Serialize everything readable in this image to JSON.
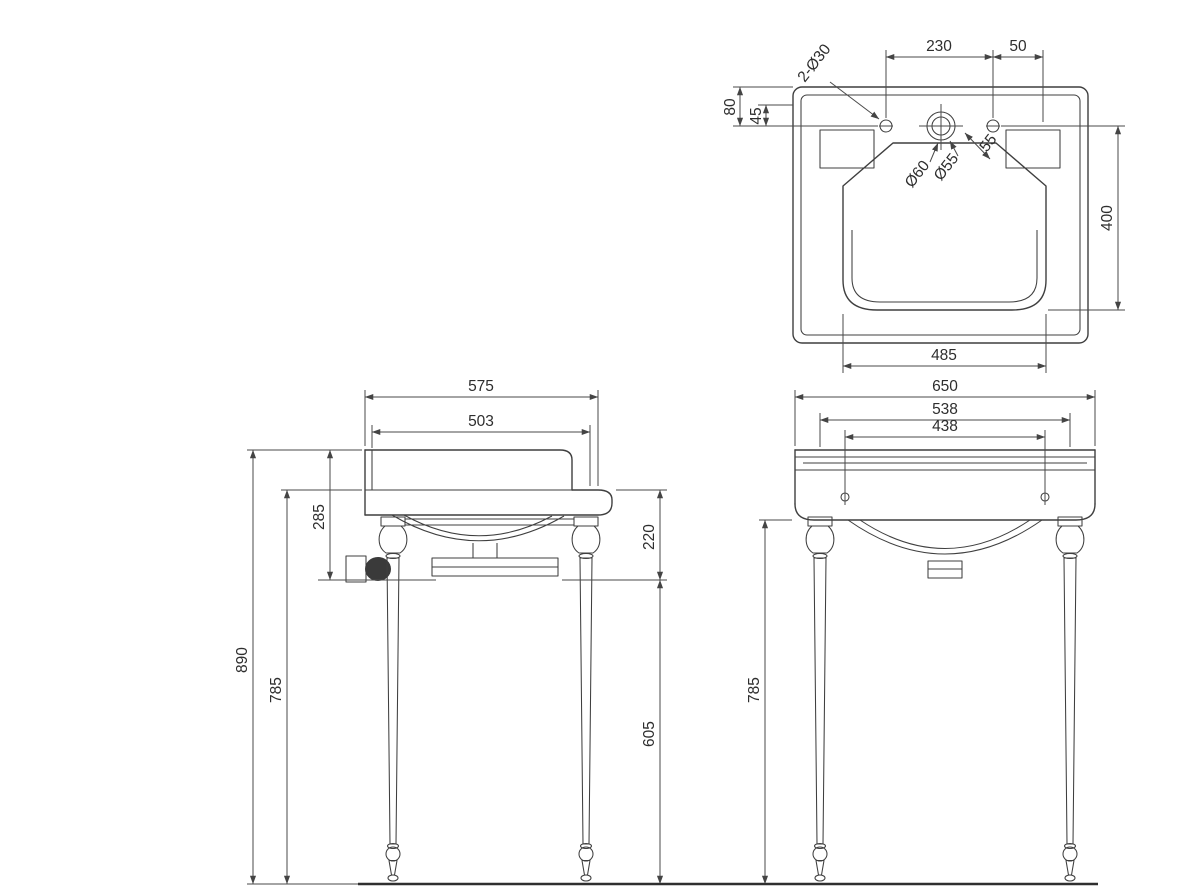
{
  "page": {
    "background": "#ffffff",
    "line_color": "#3f3f3f",
    "dim_color": "#4a4a4a",
    "text_color": "#2e2e2e"
  },
  "views": {
    "plan": {
      "dims": {
        "tap_hole_spacing": "230",
        "tap_hole_to_edge": "50",
        "tap_holes_note": "2-Ø30",
        "top_edge_to_holes": "80",
        "rim_to_holes": "45",
        "waste_outer_dia": "Ø60",
        "waste_inner_dia": "Ø55",
        "waste_offset": "55",
        "bowl_front_to_back": "400",
        "bowl_width": "485"
      }
    },
    "side": {
      "dims": {
        "overall_depth": "575",
        "inner_depth": "503",
        "basin_section_height": "285",
        "rim_to_frame": "220",
        "overall_height": "890",
        "floor_to_rim": "785",
        "floor_to_frame": "605"
      }
    },
    "front": {
      "dims": {
        "overall_width": "650",
        "leg_centres": "538",
        "fixing_centres": "438",
        "floor_to_rim": "785"
      }
    }
  }
}
